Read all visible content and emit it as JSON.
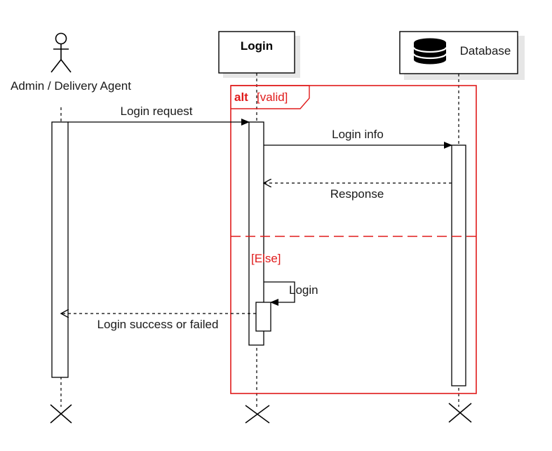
{
  "colors": {
    "fragment": "#e01b1b",
    "line": "#000000",
    "text": "#1a1a1a",
    "shadow": "#e6e6e6",
    "database_icon": "#000000"
  },
  "participants": {
    "admin": {
      "label": "Admin / Delivery Agent",
      "icon": "actor-stick-figure-icon"
    },
    "login": {
      "label": "Login"
    },
    "database": {
      "label": "Database",
      "icon": "database-cylinder-icon"
    }
  },
  "fragment": {
    "keyword": "alt",
    "guard": "[valid]",
    "else_guard": "[Else]"
  },
  "messages": {
    "login_request": "Login request",
    "login_info": "Login info",
    "response": "Response",
    "self_login": "Login",
    "login_result": "Login success or failed"
  }
}
